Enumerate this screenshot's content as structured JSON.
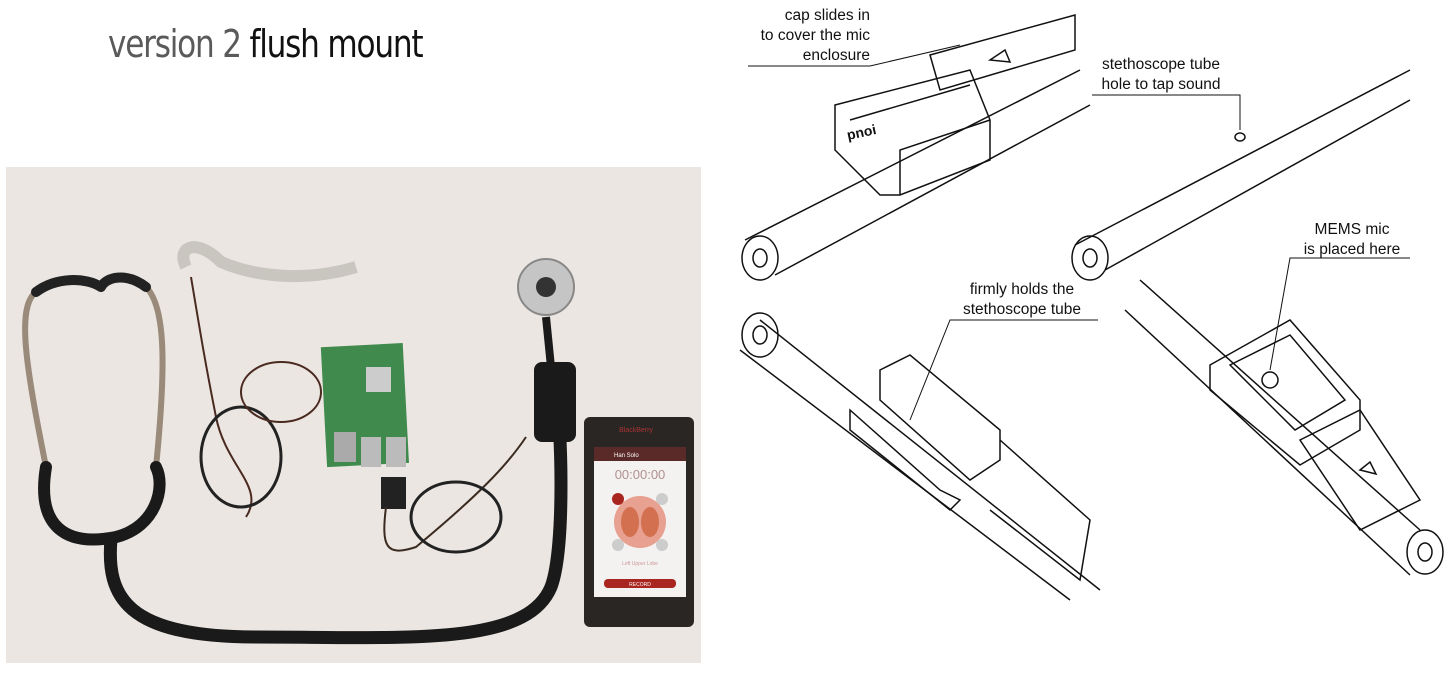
{
  "title": {
    "part1": "version 2",
    "part2": "flush mount"
  },
  "phone": {
    "brand": "BlackBerry",
    "app_title": "Han Solo",
    "timer": "00:00:00",
    "location": "Left Upper Lobe",
    "button": "RECORD"
  },
  "photo_label": "pnoi",
  "annotations": {
    "cap": [
      "cap slides in",
      "to cover the mic",
      "enclosure"
    ],
    "hole": [
      "stethoscope tube",
      "hole to tap sound"
    ],
    "holds": [
      "firmly holds the",
      "stethoscope tube"
    ],
    "mems": [
      "MEMS mic",
      "is placed here"
    ]
  },
  "colors": {
    "photo_bg": "#ebe6e1",
    "pcb": "#3f8a4c",
    "phone_accent": "#a8261f",
    "tube": "#151515"
  }
}
